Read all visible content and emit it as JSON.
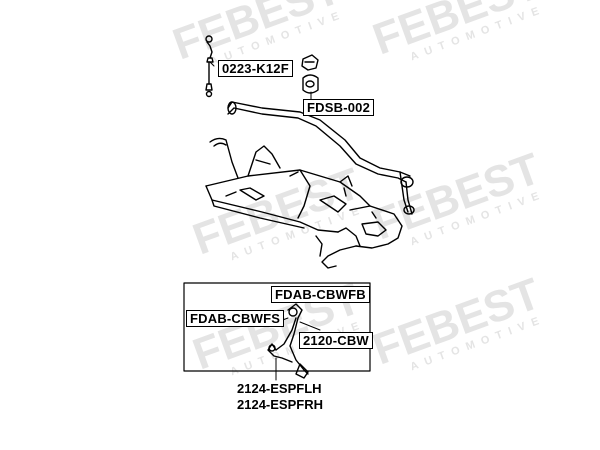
{
  "watermark": {
    "brand": "FEBEST",
    "sub": "AUTOMOTIVE"
  },
  "labels": {
    "link": "0223-K12F",
    "bushing": "FDSB-002",
    "arm_front_bushing": "FDAB-CBWFB",
    "arm_rear_bushing": "FDAB-CBWFS",
    "ball_joint": "2120-CBW",
    "arm_left": "2124-ESPFLH",
    "arm_right": "2124-ESPFRH"
  },
  "colors": {
    "line": "#000000",
    "watermark": "#e6e6e6"
  }
}
